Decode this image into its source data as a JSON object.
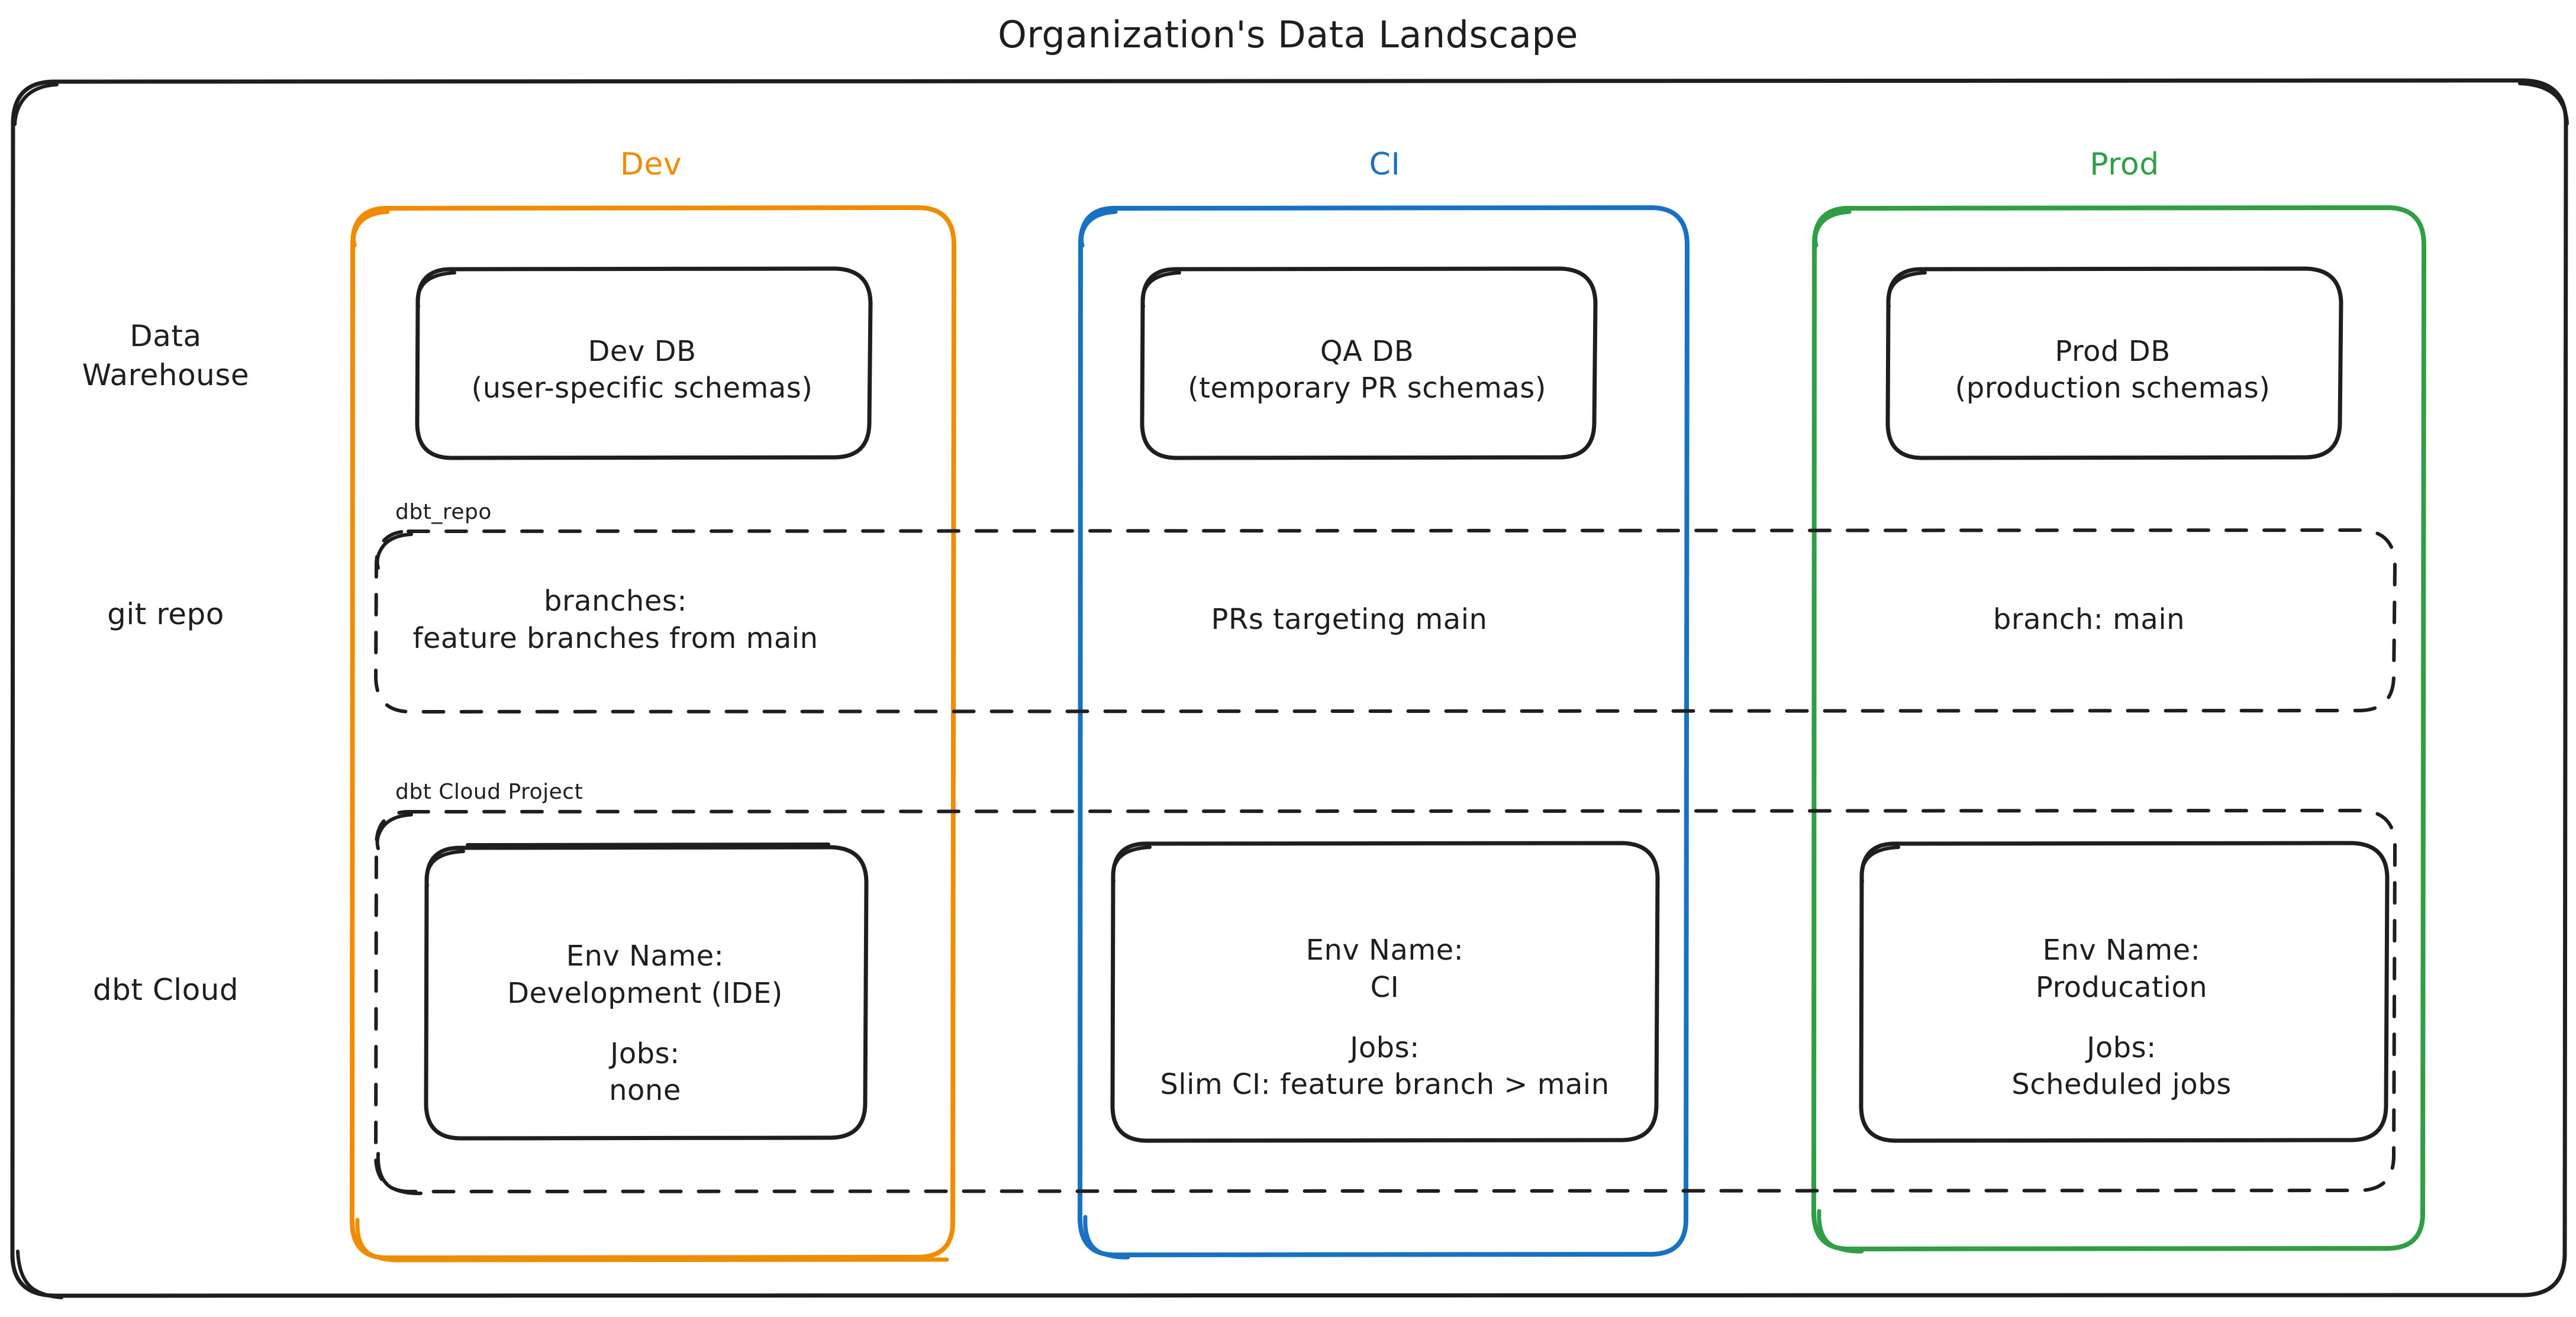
{
  "title": "Organization's Data Landscape",
  "colors": {
    "dev": "#f08c00",
    "ci": "#1971c2",
    "prod": "#2f9e44",
    "stroke": "#1e1e1e",
    "background": "#ffffff"
  },
  "columns": [
    {
      "key": "dev",
      "label": "Dev",
      "color": "#f08c00"
    },
    {
      "key": "ci",
      "label": "CI",
      "color": "#1971c2"
    },
    {
      "key": "prod",
      "label": "Prod",
      "color": "#2f9e44"
    }
  ],
  "rows": [
    {
      "key": "data_warehouse",
      "label": "Data\nWarehouse"
    },
    {
      "key": "git_repo",
      "label": "git repo"
    },
    {
      "key": "dbt_cloud",
      "label": "dbt Cloud"
    }
  ],
  "groups": [
    {
      "key": "dbt_repo",
      "caption": "dbt_repo",
      "style": "dashed"
    },
    {
      "key": "dbt_cloud_project",
      "caption": "dbt Cloud Project",
      "style": "dashed"
    }
  ],
  "cells": {
    "data_warehouse": {
      "dev": {
        "title": "Dev DB",
        "subtitle": "(user-specific schemas)"
      },
      "ci": {
        "title": "QA DB",
        "subtitle": "(temporary PR schemas)"
      },
      "prod": {
        "title": "Prod DB",
        "subtitle": "(production schemas)"
      }
    },
    "git_repo": {
      "dev": {
        "line1": "branches:",
        "line2": "feature branches from main"
      },
      "ci": {
        "line1": "PRs targeting main",
        "line2": ""
      },
      "prod": {
        "line1": "branch: main",
        "line2": ""
      }
    },
    "dbt_cloud": {
      "dev": {
        "env_label": "Env Name:",
        "env_value": "Development (IDE)",
        "jobs_label": "Jobs:",
        "jobs_value": "none"
      },
      "ci": {
        "env_label": "Env Name:",
        "env_value": "CI",
        "jobs_label": "Jobs:",
        "jobs_value": "Slim CI: feature branch > main"
      },
      "prod": {
        "env_label": "Env Name:",
        "env_value": "Producation",
        "jobs_label": "Jobs:",
        "jobs_value": "Scheduled jobs"
      }
    }
  }
}
